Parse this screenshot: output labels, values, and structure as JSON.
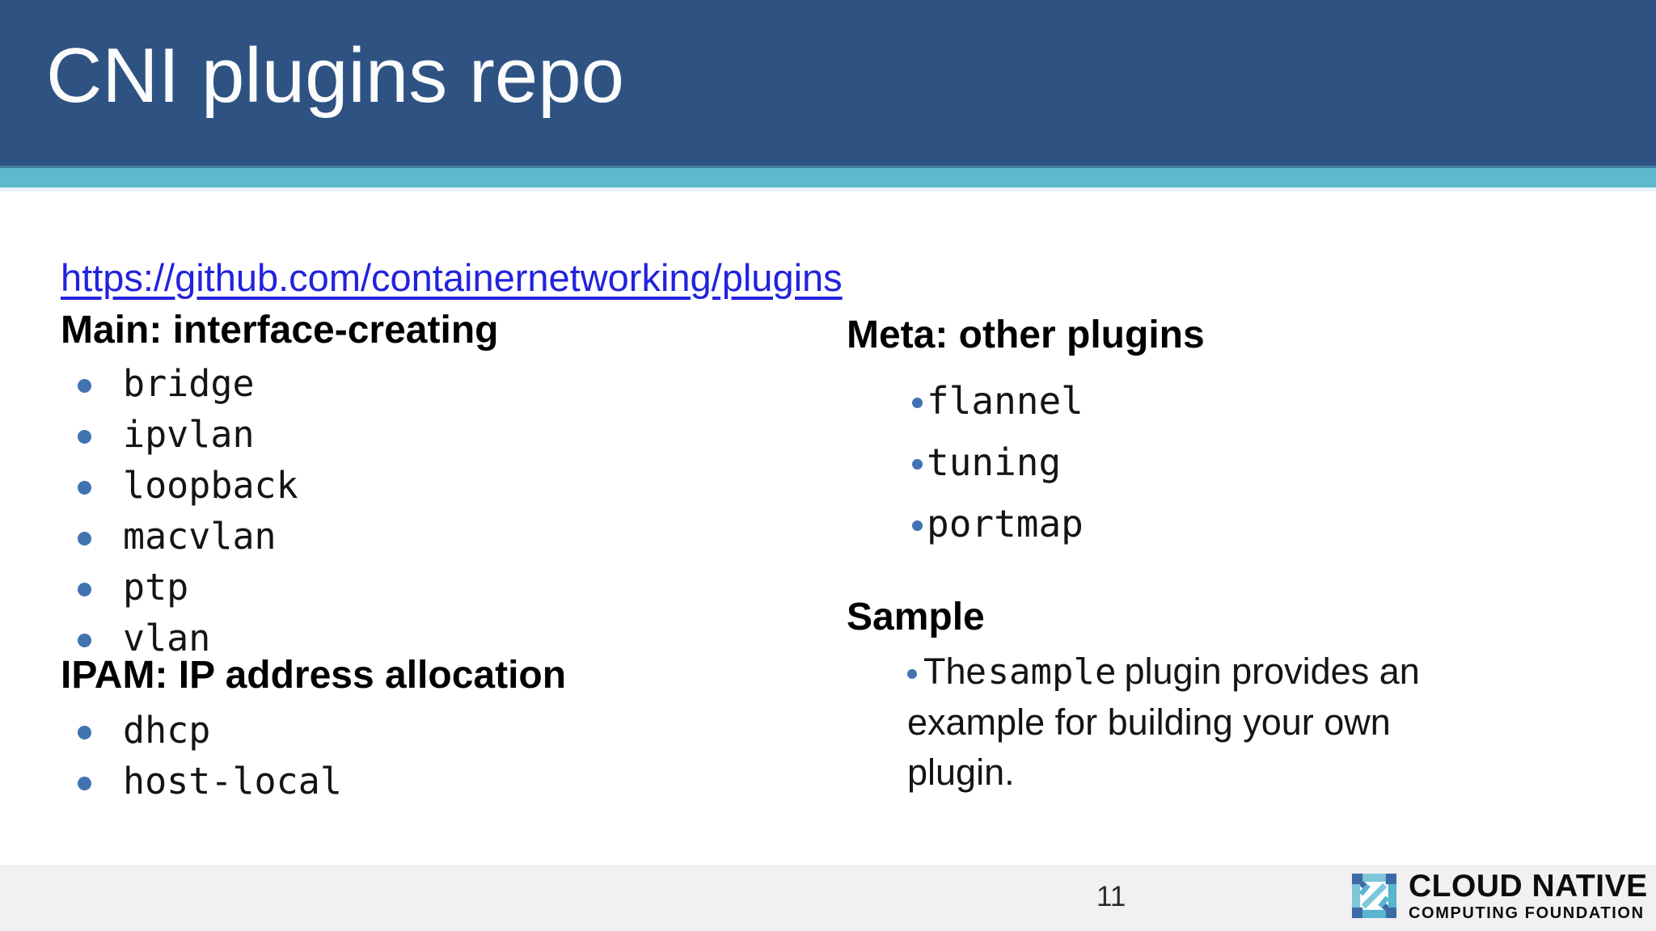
{
  "header": {
    "title": "CNI plugins repo"
  },
  "link": {
    "text": "https://github.com/containernetworking/plugins"
  },
  "left": {
    "sections": [
      {
        "heading": "Main: interface-creating",
        "items": [
          "bridge",
          "ipvlan",
          "loopback",
          "macvlan",
          "ptp",
          "vlan"
        ]
      },
      {
        "heading": "IPAM: IP address allocation",
        "items": [
          "dhcp",
          "host-local"
        ]
      }
    ]
  },
  "right": {
    "meta": {
      "heading": "Meta: other plugins",
      "items": [
        "flannel",
        "tuning",
        "portmap"
      ]
    },
    "sample": {
      "heading": "Sample",
      "text_before": "The",
      "code": "sample",
      "text_after": "plugin provides an example for building your own plugin."
    }
  },
  "footer": {
    "page_number": "11",
    "logo": {
      "line1": "CLOUD NATIVE",
      "line2": "COMPUTING FOUNDATION"
    }
  },
  "colors": {
    "header_blue": "#2e5383",
    "accent_teal": "#5fb9cc",
    "link_blue": "#2222dd",
    "bullet_blue": "#4173b3",
    "footer_gray": "#f1f0f3",
    "logo_dark_blue": "#3b6ba5",
    "logo_teal_light": "#7ec7da",
    "logo_teal_mid": "#58b4cf"
  }
}
